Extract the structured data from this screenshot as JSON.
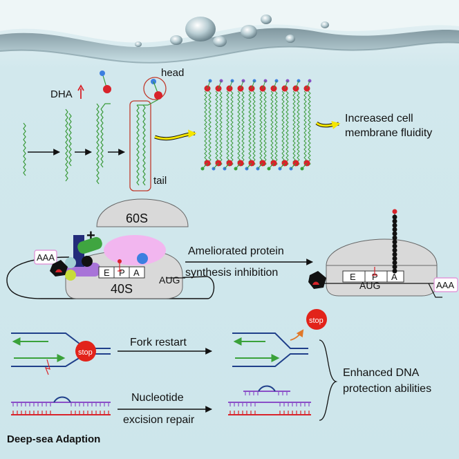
{
  "membrane": {
    "dha_label": "DHA",
    "head_label": "head",
    "tail_label": "tail",
    "result_line1": "Increased cell",
    "result_line2": "membrane fluidity"
  },
  "ribosome": {
    "large_subunit": "60S",
    "small_subunit": "40S",
    "plus": "+",
    "sites": [
      "E",
      "P",
      "A"
    ],
    "poly_a": "AAA",
    "start_codon": "AUG",
    "arrow_line1": "Ameliorated protein",
    "arrow_line2": "synthesis inhibition"
  },
  "dna": {
    "stop_label": "stop",
    "fork_restart": "Fork restart",
    "ner_line1": "Nucleotide",
    "ner_line2": "excision repair",
    "result_line1": "Enhanced DNA",
    "result_line2": "protection abilities"
  },
  "footer": {
    "title": "Deep-sea Adaption"
  },
  "colors": {
    "sea": "#cfe7ec",
    "lipid_tail": "#3a9a3a",
    "head_red": "#d8232a",
    "head_blue": "#3c7fe0",
    "arrow_yellow": "#f5e600",
    "ribosome_grey": "#d9d9d9",
    "strand_blue": "#1f3f8a",
    "strand_green": "#3aa13a",
    "stop_red": "#e2231a",
    "dna_purple": "#8a4fc7",
    "dna_red": "#d9232a"
  }
}
